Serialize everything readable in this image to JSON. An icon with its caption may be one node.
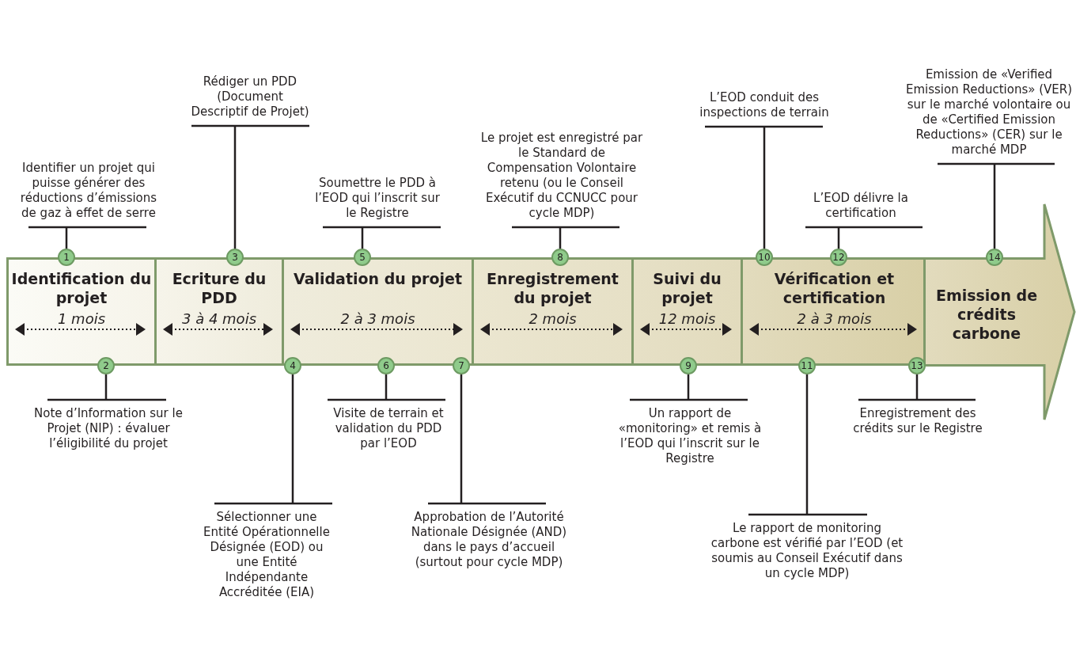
{
  "diagram": {
    "nodes": [
      {
        "text": [
          "Identification du projet",
          "1 mois"
        ]
      },
      {
        "text": [
          "Ecriture du PDD",
          "3 à 4 mois"
        ]
      },
      {
        "text": [
          "Validation du projet",
          "2 à 3 mois"
        ]
      },
      {
        "text": [
          "Enregistrement du projet",
          "2 mois"
        ]
      },
      {
        "text": [
          "Suivi du projet",
          "12 mois"
        ]
      },
      {
        "text": [
          "Vérification et certification",
          "2 à 3 mois"
        ]
      },
      {
        "text": [
          "Emission de crédits carbone"
        ]
      },
      {
        "text": [
          "1"
        ]
      },
      {
        "text": [
          "2"
        ]
      },
      {
        "text": [
          "3"
        ]
      },
      {
        "text": [
          "4"
        ]
      },
      {
        "text": [
          "5"
        ]
      },
      {
        "text": [
          "6"
        ]
      },
      {
        "text": [
          "7"
        ]
      },
      {
        "text": [
          "8"
        ]
      },
      {
        "text": [
          "9"
        ]
      },
      {
        "text": [
          "10"
        ]
      },
      {
        "text": [
          "11"
        ]
      },
      {
        "text": [
          "12"
        ]
      },
      {
        "text": [
          "13"
        ]
      },
      {
        "text": [
          "14"
        ]
      },
      {
        "text": [
          "Identifier un projet qui puisse générer des réductions d’émissions de gaz à effet de serre"
        ]
      },
      {
        "text": [
          "Note d’Information sur le Projet (NIP) : évaluer l’éligibilité du projet"
        ]
      },
      {
        "text": [
          "Rédiger un PDD (Document Descriptif de Projet)"
        ]
      },
      {
        "text": [
          "Sélectionner une Entité Opérationnelle Désignée (EOD) ou une Entité Indépendante Accréditée (EIA)"
        ]
      },
      {
        "text": [
          "Soumettre le PDD à l’EOD qui l’inscrit sur le Registre"
        ]
      },
      {
        "text": [
          "Visite de terrain et validation du PDD par l’EOD"
        ]
      },
      {
        "text": [
          "Approbation de l’Autorité Nationale Désignée (AND) dans le pays d’accueil (surtout pour cycle MDP)"
        ]
      },
      {
        "text": [
          "Le projet est enregistré par le Standard de Compensation Volontaire retenu (ou le Conseil Exécutif du CCNUCC pour cycle MDP)"
        ]
      },
      {
        "text": [
          "Un rapport de «monitoring» et remis à l’EOD qui l’inscrit sur le Registre"
        ]
      },
      {
        "text": [
          "L’EOD conduit des inspections de terrain"
        ]
      },
      {
        "text": [
          "Le rapport de monitoring carbone est vérifié par l’EOD (et soumis au Conseil Exécutif dans un cycle MDP)"
        ]
      },
      {
        "text": [
          "L’EOD délivre la certification"
        ]
      },
      {
        "text": [
          "Enregistrement des crédits sur le Registre"
        ]
      },
      {
        "text": [
          "Emission de «Verified Emission Reductions» (VER) sur le marché volontaire ou de «Certified Emission Reductions» (CER) sur le marché MDP"
        ]
      }
    ],
    "edges": [
      {
        "from": 21,
        "to": 7,
        "arrow": "none"
      },
      {
        "from": 22,
        "to": 8,
        "arrow": "none"
      },
      {
        "from": 23,
        "to": 9,
        "arrow": "none"
      },
      {
        "from": 24,
        "to": 10,
        "arrow": "none"
      },
      {
        "from": 25,
        "to": 11,
        "arrow": "none"
      },
      {
        "from": 26,
        "to": 12,
        "arrow": "none"
      },
      {
        "from": 27,
        "to": 13,
        "arrow": "none"
      },
      {
        "from": 28,
        "to": 14,
        "arrow": "none"
      },
      {
        "from": 29,
        "to": 15,
        "arrow": "none"
      },
      {
        "from": 30,
        "to": 16,
        "arrow": "none"
      },
      {
        "from": 31,
        "to": 17,
        "arrow": "none"
      },
      {
        "from": 32,
        "to": 18,
        "arrow": "none"
      },
      {
        "from": 33,
        "to": 19,
        "arrow": "none"
      },
      {
        "from": 34,
        "to": 20,
        "arrow": "none"
      }
    ]
  }
}
